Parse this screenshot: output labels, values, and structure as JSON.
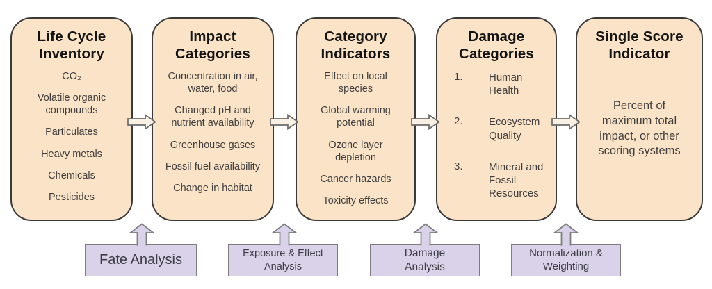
{
  "diagram": {
    "stages": [
      {
        "title": "Life Cycle Inventory",
        "items": [
          "CO₂",
          "Volatile organic compounds",
          "Particulates",
          "Heavy metals",
          "Chemicals",
          "Pesticides"
        ]
      },
      {
        "title": "Impact Categories",
        "items": [
          "Concentration in air, water, food",
          "Changed pH and nutrient availability",
          "Greenhouse gases",
          "Fossil fuel availability",
          "Change in habitat"
        ]
      },
      {
        "title": "Category Indicators",
        "items": [
          "Effect on local species",
          "Global warming potential",
          "Ozone layer depletion",
          "Cancer hazards",
          "Toxicity effects"
        ]
      },
      {
        "title": "Damage Categories",
        "numbered_items": [
          {
            "num": "1.",
            "label": "Human Health"
          },
          {
            "num": "2.",
            "label": "Ecosystem Quality"
          },
          {
            "num": "3.",
            "label": "Mineral and Fossil Resources"
          }
        ]
      },
      {
        "title": "Single Score Indicator",
        "description": "Percent of maximum total impact, or other scoring systems"
      }
    ],
    "processes": [
      "Fate Analysis",
      "Exposure & Effect Analysis",
      "Damage Analysis",
      "Normalization & Weighting"
    ],
    "colors": {
      "background": "#ffffff",
      "stage_fill": "#fbe3c7",
      "stage_border": "#3a3a3a",
      "process_fill": "#d9d2e9",
      "process_border": "#7d7d7d",
      "process_text": "#3d3d46",
      "arrow_fill": "#faf0e4",
      "arrow_border": "#6b6b6b",
      "title_text": "#141414",
      "body_text": "#3f3f3f"
    }
  }
}
